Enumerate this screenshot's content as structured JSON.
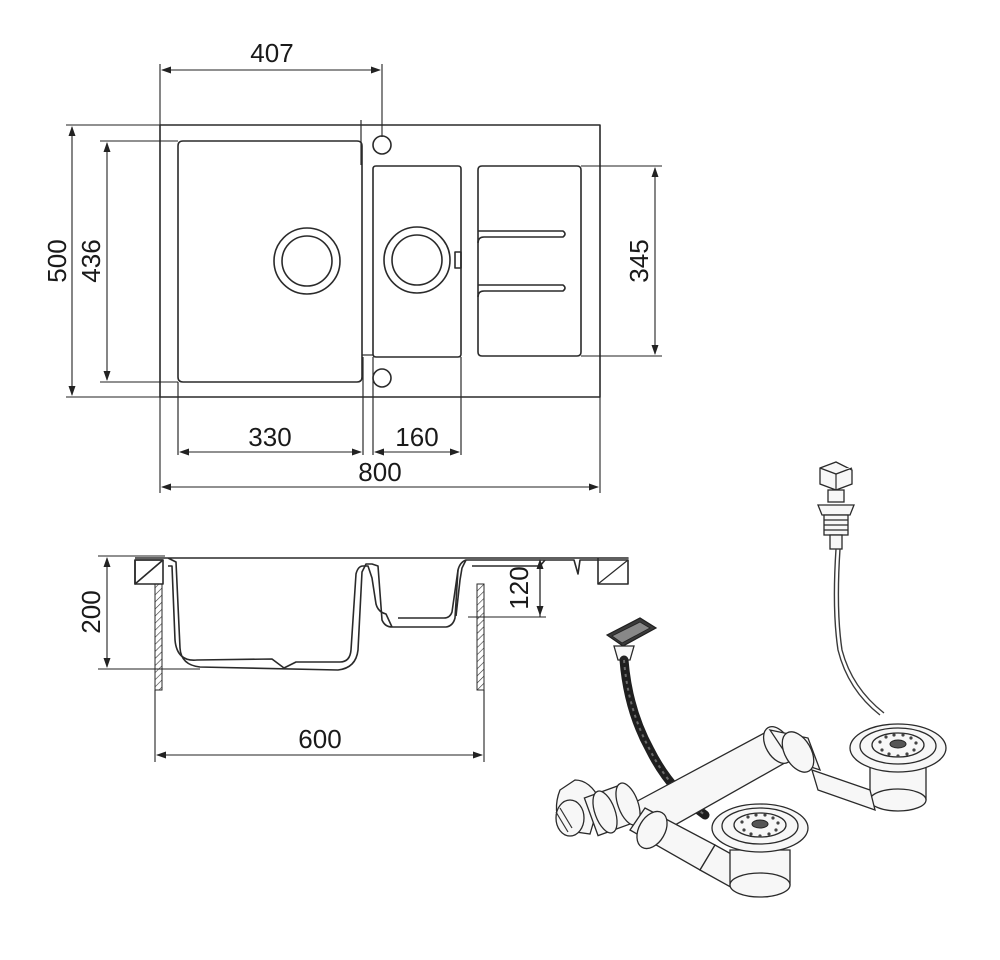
{
  "dimensions": {
    "overflow_offset": "407",
    "total_depth": "500",
    "main_bowl_depth": "436",
    "drainer_depth": "345",
    "main_bowl_width": "330",
    "small_bowl_width": "160",
    "total_width": "800",
    "total_height": "200",
    "small_bowl_height": "120",
    "cabinet_width": "600"
  }
}
